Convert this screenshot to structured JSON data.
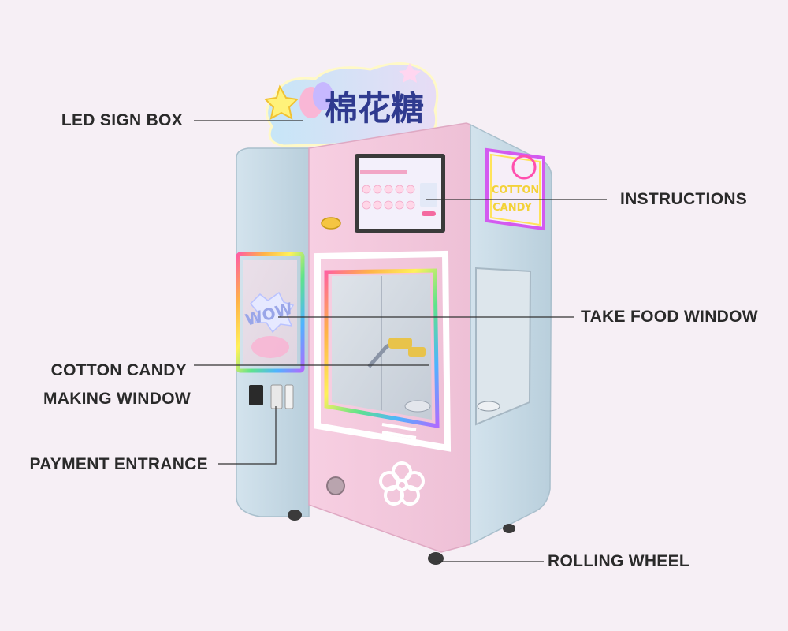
{
  "sign": {
    "chinese_text": "棉花糖"
  },
  "screen_panel": {
    "side_sign_line1": "COTTON",
    "side_sign_line2": "CANDY"
  },
  "making_window": {
    "burst_text": "WOW"
  },
  "callouts": {
    "led_sign_box": "LED SIGN BOX",
    "instructions": "INSTRUCTIONS",
    "take_food_window": "TAKE FOOD WINDOW",
    "cotton_candy_making_window_line1": "COTTON CANDY",
    "cotton_candy_making_window_line2": "MAKING WINDOW",
    "payment_entrance": "PAYMENT ENTRANCE",
    "rolling_wheel": "ROLLING WHEEL"
  },
  "colors": {
    "background": "#f6eff5",
    "cabinet_pink": "#f4c9de",
    "cabinet_blue": "#c9dbe6",
    "callout_line": "#333333",
    "label_text": "#2a2a2a"
  }
}
